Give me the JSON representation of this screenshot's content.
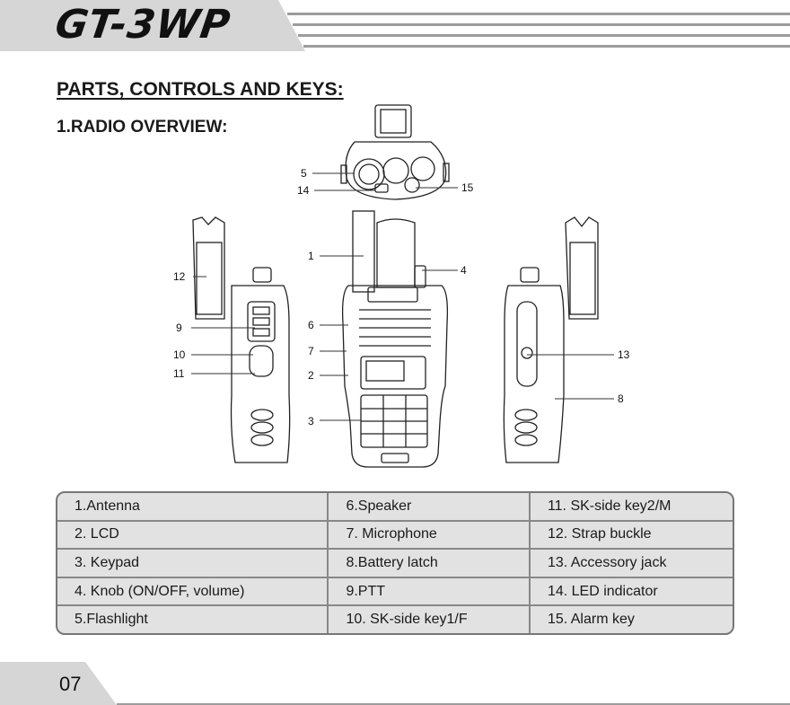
{
  "header": {
    "title": "GT-3WP"
  },
  "section_title": "PARTS, CONTROLS AND KEYS:",
  "subsection_title": "1.RADIO OVERVIEW:",
  "callouts": [
    "1",
    "2",
    "3",
    "4",
    "5",
    "6",
    "7",
    "8",
    "9",
    "10",
    "11",
    "12",
    "13",
    "14",
    "15"
  ],
  "parts_table": [
    [
      "1.Antenna",
      "6.Speaker",
      "11. SK-side key2/M"
    ],
    [
      "2. LCD",
      "7. Microphone",
      "12. Strap buckle"
    ],
    [
      "3. Keypad",
      "8.Battery latch",
      "13. Accessory jack"
    ],
    [
      "4. Knob (ON/OFF, volume)",
      "9.PTT",
      "14. LED indicator"
    ],
    [
      "5.Flashlight",
      "10. SK-side key1/F",
      "15. Alarm key"
    ]
  ],
  "footer": {
    "page_number": "07"
  }
}
